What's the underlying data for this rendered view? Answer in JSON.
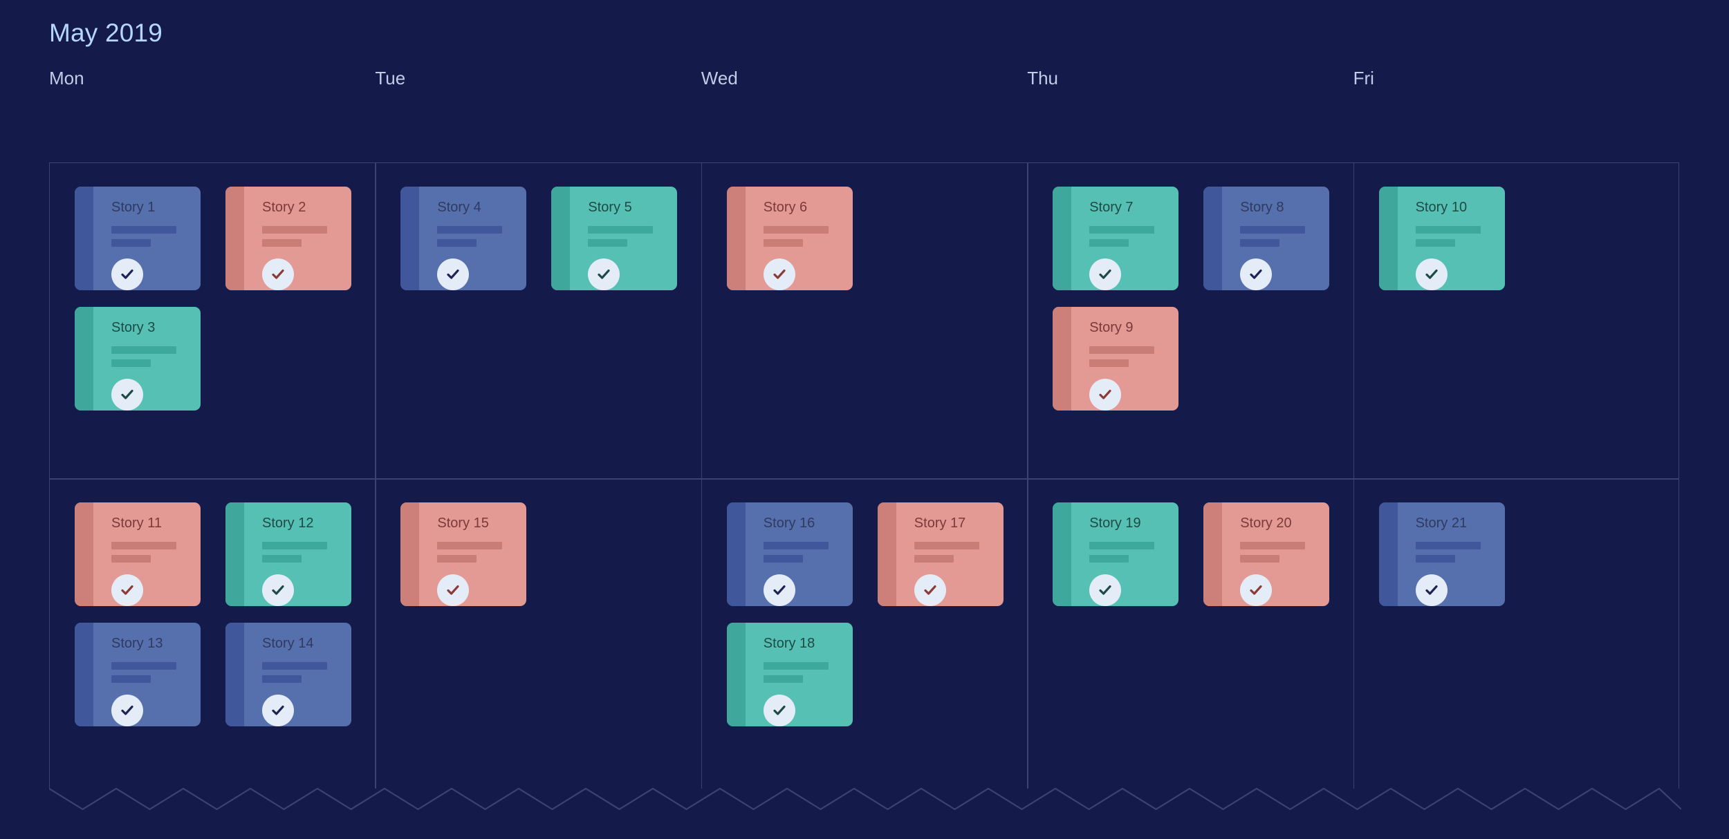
{
  "header": {
    "title": "May 2019"
  },
  "calendar": {
    "days": [
      {
        "label": "Mon"
      },
      {
        "label": "Tue"
      },
      {
        "label": "Wed"
      },
      {
        "label": "Thu"
      },
      {
        "label": "Fri"
      }
    ],
    "colors": {
      "background": "#141a4a",
      "title": "#b6d6fb",
      "day_label": "#c3cbe6",
      "grid_line": "#3b4470",
      "card_blue": "#5670ad",
      "card_salmon": "#e39a95",
      "card_teal": "#57c0b4",
      "check_circle": "#e4ecf8"
    },
    "weeks": [
      {
        "days": [
          {
            "day": "Mon",
            "cards": [
              {
                "title": "Story 1",
                "color": "blue",
                "row": 0,
                "col": 0,
                "status": "checked"
              },
              {
                "title": "Story 2",
                "color": "salmon",
                "row": 0,
                "col": 1,
                "status": "checked"
              },
              {
                "title": "Story 3",
                "color": "teal",
                "row": 1,
                "col": 0,
                "status": "checked"
              }
            ]
          },
          {
            "day": "Tue",
            "cards": [
              {
                "title": "Story 4",
                "color": "blue",
                "row": 0,
                "col": 0,
                "status": "checked"
              },
              {
                "title": "Story 5",
                "color": "teal",
                "row": 0,
                "col": 1,
                "status": "checked"
              }
            ]
          },
          {
            "day": "Wed",
            "cards": [
              {
                "title": "Story 6",
                "color": "salmon",
                "row": 0,
                "col": 0,
                "status": "checked"
              }
            ]
          },
          {
            "day": "Thu",
            "cards": [
              {
                "title": "Story 7",
                "color": "teal",
                "row": 0,
                "col": 0,
                "status": "checked"
              },
              {
                "title": "Story 8",
                "color": "blue",
                "row": 0,
                "col": 1,
                "status": "checked"
              },
              {
                "title": "Story 9",
                "color": "salmon",
                "row": 1,
                "col": 0,
                "status": "checked"
              }
            ]
          },
          {
            "day": "Fri",
            "cards": [
              {
                "title": "Story 10",
                "color": "teal",
                "row": 0,
                "col": 0,
                "status": "checked"
              }
            ]
          }
        ]
      },
      {
        "days": [
          {
            "day": "Mon",
            "cards": [
              {
                "title": "Story 11",
                "color": "salmon",
                "row": 0,
                "col": 0,
                "status": "checked"
              },
              {
                "title": "Story 12",
                "color": "teal",
                "row": 0,
                "col": 1,
                "status": "checked"
              },
              {
                "title": "Story 13",
                "color": "blue",
                "row": 1,
                "col": 0,
                "status": "checked"
              },
              {
                "title": "Story 14",
                "color": "blue",
                "row": 1,
                "col": 1,
                "status": "checked"
              }
            ]
          },
          {
            "day": "Tue",
            "cards": [
              {
                "title": "Story 15",
                "color": "salmon",
                "row": 0,
                "col": 0,
                "status": "checked"
              }
            ]
          },
          {
            "day": "Wed",
            "cards": [
              {
                "title": "Story 16",
                "color": "blue",
                "row": 0,
                "col": 0,
                "status": "checked"
              },
              {
                "title": "Story 17",
                "color": "salmon",
                "row": 0,
                "col": 1,
                "status": "checked"
              },
              {
                "title": "Story 18",
                "color": "teal",
                "row": 1,
                "col": 0,
                "status": "checked"
              }
            ]
          },
          {
            "day": "Thu",
            "cards": [
              {
                "title": "Story 19",
                "color": "teal",
                "row": 0,
                "col": 0,
                "status": "checked"
              },
              {
                "title": "Story 20",
                "color": "salmon",
                "row": 0,
                "col": 1,
                "status": "checked"
              }
            ]
          },
          {
            "day": "Fri",
            "cards": [
              {
                "title": "Story 21",
                "color": "blue",
                "row": 0,
                "col": 0,
                "status": "checked"
              }
            ]
          }
        ]
      }
    ],
    "check_icon": "check-icon",
    "torn_edge": "zigzag-torn-edge"
  }
}
